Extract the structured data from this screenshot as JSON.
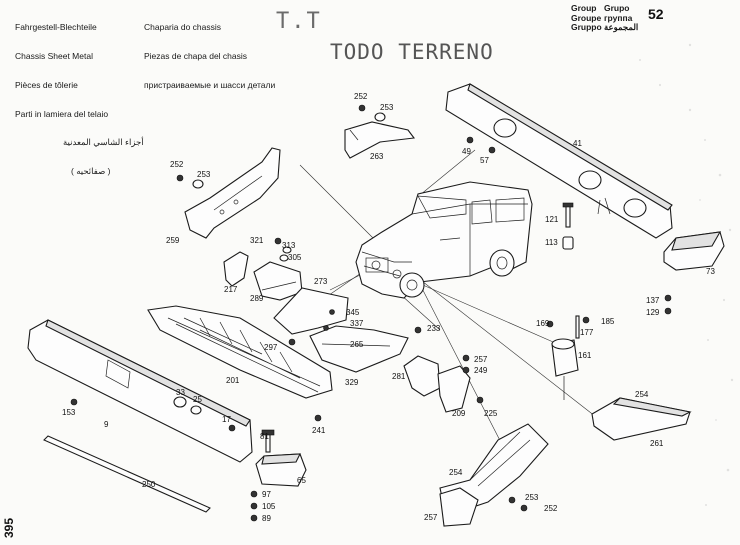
{
  "header": {
    "left_lines": [
      "Fahrgestell-Blechteile",
      "Chassis Sheet Metal",
      "Pièces de tôlerie",
      "Parti in lamiera del telaio",
      "أجزاء الشاسي المعدنية",
      "( صفائحيه )"
    ],
    "mid_lines": [
      "Chaparia do chassis",
      "Piezas de chapa del chasis",
      "пристраиваемые и шасси детали"
    ],
    "group_labels": [
      "Group",
      "Groupe",
      "Gruppo"
    ],
    "group_labels2": [
      "Grupo",
      "группа",
      "المجموعة"
    ],
    "group_number": "52"
  },
  "stamps": {
    "tt": "T.T",
    "todo_terreno": "TODO TERRENO"
  },
  "page_number": "395",
  "parts": {
    "p252a": "252",
    "p253a": "253",
    "p263": "263",
    "p41": "41",
    "p49": "49",
    "p57": "57",
    "p252b": "252",
    "p253b": "253",
    "p259": "259",
    "p121": "121",
    "p113": "113",
    "p321": "321",
    "p313": "313",
    "p305": "305",
    "p217": "217",
    "p289": "289",
    "p273": "273",
    "p73": "73",
    "p137": "137",
    "p129": "129",
    "p345": "345",
    "p337": "337",
    "p233": "233",
    "p169": "169",
    "p177": "177",
    "p185": "185",
    "p297": "297",
    "p265": "265",
    "p161": "161",
    "p201": "201",
    "p329": "329",
    "p281": "281",
    "p257a": "257",
    "p249": "249",
    "p33": "33",
    "p25": "25",
    "p153": "153",
    "p209": "209",
    "p225": "225",
    "p17": "17",
    "p9": "9",
    "p241": "241",
    "p81": "81",
    "p254a": "254",
    "p261": "261",
    "p65": "65",
    "p250": "250",
    "p97": "97",
    "p105": "105",
    "p89": "89",
    "p254b": "254",
    "p253c": "253",
    "p252c": "252",
    "p257b": "257"
  }
}
